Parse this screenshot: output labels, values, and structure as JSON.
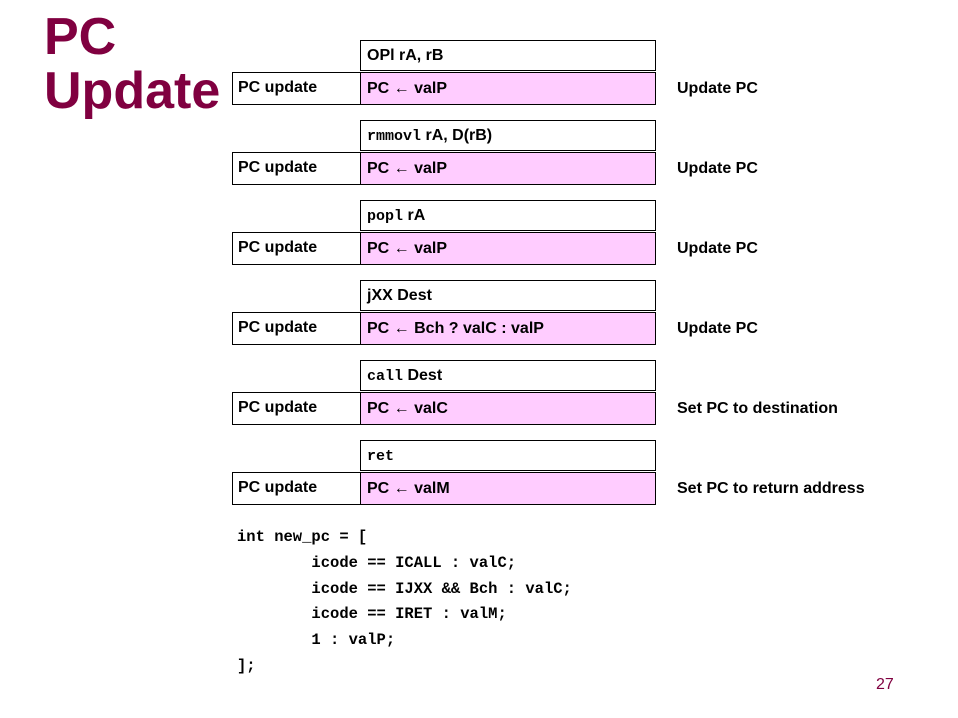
{
  "title": {
    "line1": "PC",
    "line2": "Update"
  },
  "instructions": [
    {
      "instr_parts": [
        {
          "text": "OPl rA, rB",
          "mono": false
        }
      ],
      "stage_label": "PC update",
      "action": "PC ← valP",
      "comment": "Update PC"
    },
    {
      "instr_parts": [
        {
          "text": "rmmovl",
          "mono": true
        },
        {
          "text": " rA, D(rB)",
          "mono": false
        }
      ],
      "stage_label": "PC update",
      "action": "PC ← valP",
      "comment": "Update PC"
    },
    {
      "instr_parts": [
        {
          "text": "popl",
          "mono": true
        },
        {
          "text": " rA",
          "mono": false
        }
      ],
      "stage_label": "PC update",
      "action": "PC ← valP",
      "comment": "Update PC"
    },
    {
      "instr_parts": [
        {
          "text": "jXX Dest",
          "mono": false
        }
      ],
      "stage_label": "PC update",
      "action": "PC ← Bch ? valC : valP",
      "comment": "Update PC"
    },
    {
      "instr_parts": [
        {
          "text": "call",
          "mono": true
        },
        {
          "text": " Dest",
          "mono": false
        }
      ],
      "stage_label": "PC update",
      "action": "PC ← valC",
      "comment": "Set PC to destination"
    },
    {
      "instr_parts": [
        {
          "text": "ret",
          "mono": true
        }
      ],
      "stage_label": "PC update",
      "action": "PC ← valM",
      "comment": "Set PC to return address"
    }
  ],
  "code": {
    "lines": [
      "int new_pc = [",
      "        icode == ICALL : valC;",
      "        icode == IJXX && Bch : valC;",
      "        icode == IRET : valM;",
      "        1 : valP;",
      "];"
    ]
  },
  "page_number": "27",
  "colors": {
    "title": "#800040",
    "action_fill": "#ffccff",
    "page_number": "#800040"
  }
}
